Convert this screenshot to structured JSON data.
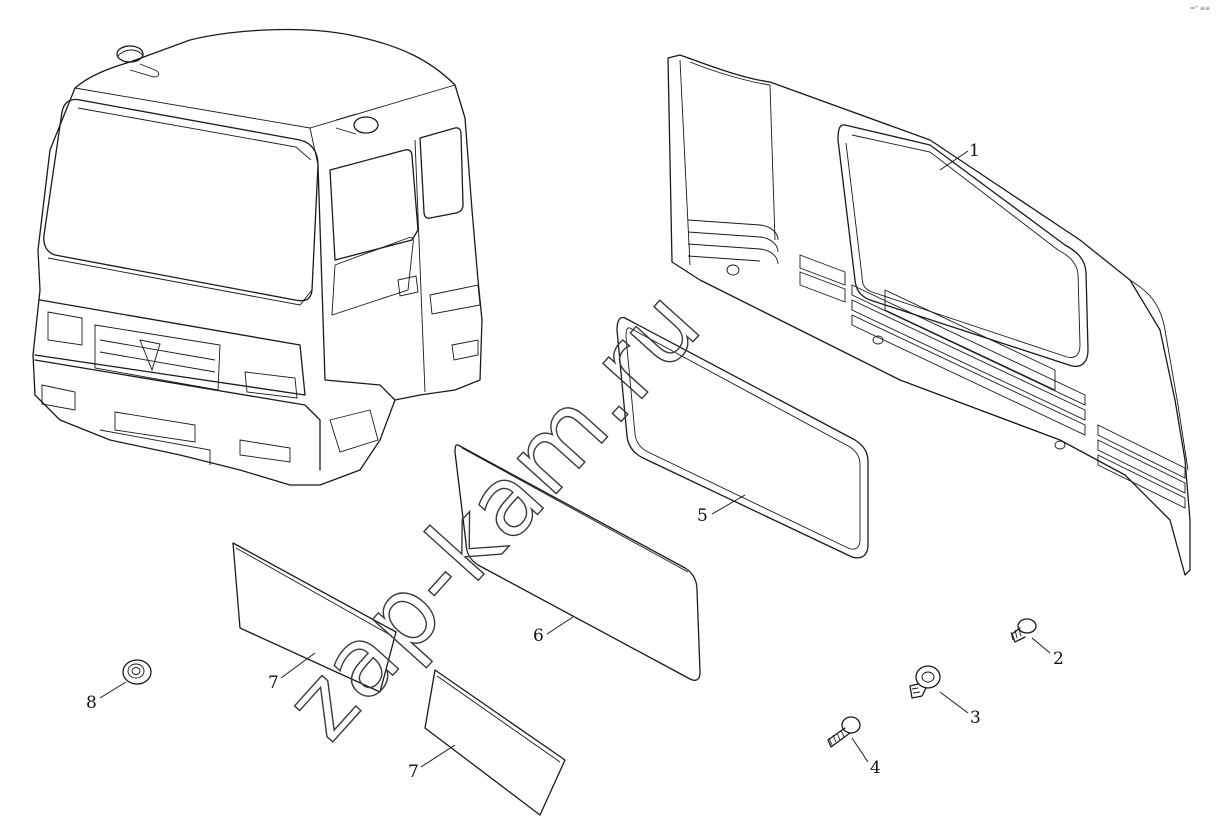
{
  "watermark": "zap-kam.ru",
  "corner_mark": "=° ≡≡",
  "callouts": [
    {
      "id": "c1",
      "label": "1"
    },
    {
      "id": "c2",
      "label": "2"
    },
    {
      "id": "c3",
      "label": "3"
    },
    {
      "id": "c4",
      "label": "4"
    },
    {
      "id": "c5",
      "label": "5"
    },
    {
      "id": "c6",
      "label": "6"
    },
    {
      "id": "c7a",
      "label": "7"
    },
    {
      "id": "c7b",
      "label": "7"
    },
    {
      "id": "c8",
      "label": "8"
    }
  ]
}
